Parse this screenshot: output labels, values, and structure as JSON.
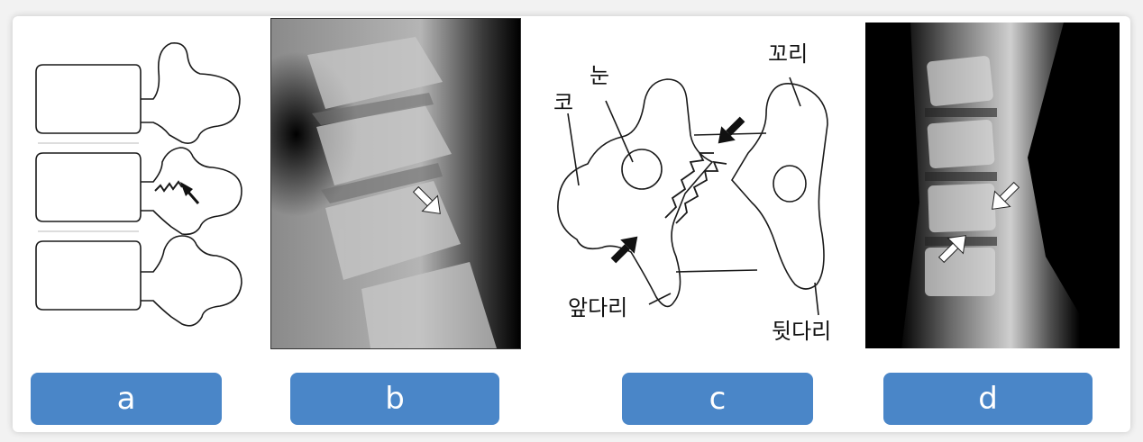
{
  "panels": [
    {
      "id": "a",
      "label": "a"
    },
    {
      "id": "b",
      "label": "b"
    },
    {
      "id": "c",
      "label": "c"
    },
    {
      "id": "d",
      "label": "d"
    }
  ],
  "diagram_c": {
    "nose": "코",
    "eye": "눈",
    "tail": "꼬리",
    "front_leg": "앞다리",
    "hind_leg": "뒷다리"
  },
  "colors": {
    "label_bg": "#4a86c8",
    "label_text": "#ffffff",
    "line": "#1a1a1a"
  }
}
